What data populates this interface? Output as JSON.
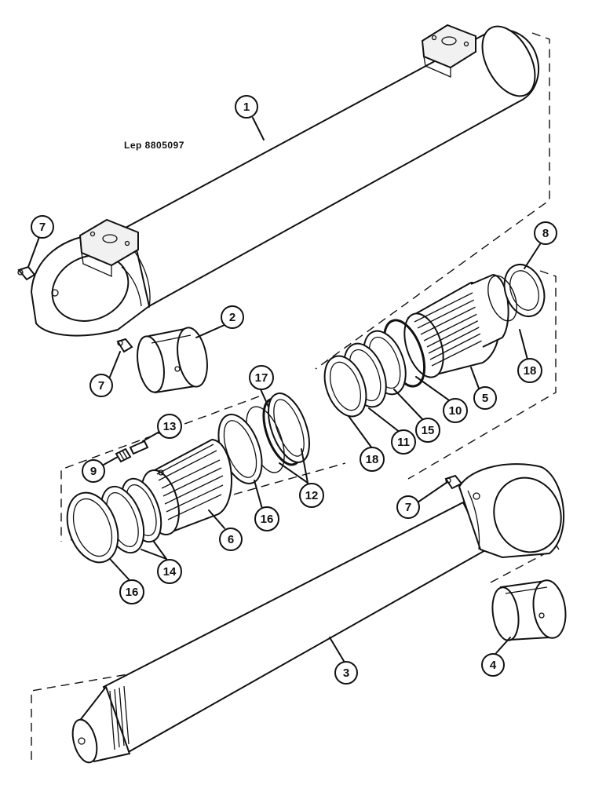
{
  "reference_code": "Lep 8805097",
  "callouts": [
    {
      "label": "1"
    },
    {
      "label": "7"
    },
    {
      "label": "8"
    },
    {
      "label": "2"
    },
    {
      "label": "7"
    },
    {
      "label": "18"
    },
    {
      "label": "5"
    },
    {
      "label": "10"
    },
    {
      "label": "15"
    },
    {
      "label": "11"
    },
    {
      "label": "18"
    },
    {
      "label": "17"
    },
    {
      "label": "13"
    },
    {
      "label": "9"
    },
    {
      "label": "12"
    },
    {
      "label": "16"
    },
    {
      "label": "6"
    },
    {
      "label": "7"
    },
    {
      "label": "14"
    },
    {
      "label": "16"
    },
    {
      "label": "4"
    },
    {
      "label": "3"
    }
  ]
}
